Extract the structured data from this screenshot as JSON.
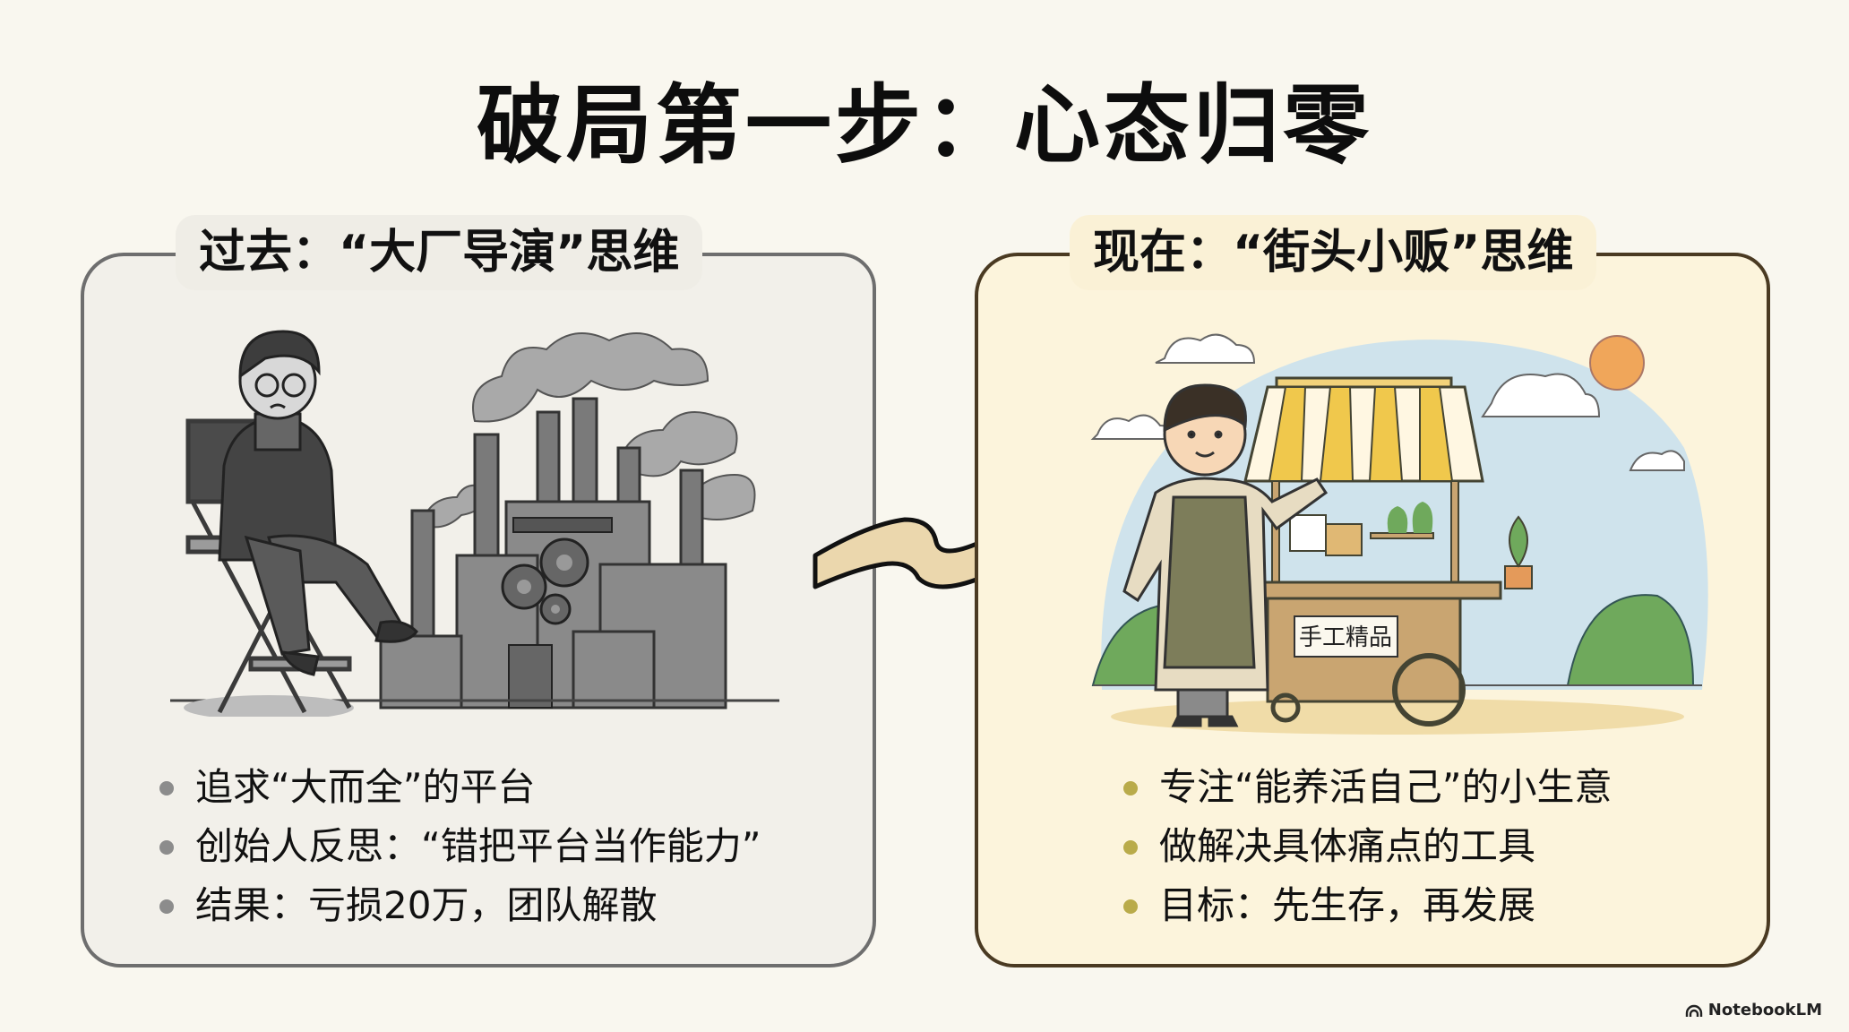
{
  "title": "破局第一步：心态归零",
  "left_panel": {
    "header": "过去：“大厂导演”思维",
    "illustration": "director-in-chair-factory",
    "bullets": [
      "追求“大而全”的平台",
      "创始人反思：“错把平台当作能力”",
      "结果：亏损20万，团队解散"
    ],
    "colors": {
      "border": "#6e6e6e",
      "background": "#f2f0ea",
      "bullet": "#8c8c8c"
    }
  },
  "right_panel": {
    "header": "现在：“街头小贩”思维",
    "illustration": "vendor-with-market-cart",
    "sign_text": "手工精品",
    "bullets": [
      "专注“能养活自己”的小生意",
      "做解决具体痛点的工具",
      "目标：先生存，再发展"
    ],
    "colors": {
      "border": "#4a3a22",
      "background": "#fcf4dc",
      "bullet": "#b9ab4a"
    }
  },
  "transition_arrow": {
    "icon": "wavy-arrow-right",
    "fill": "#ebd7ad"
  },
  "brand": {
    "label": "NotebookLM",
    "icon": "notebooklm-logo"
  }
}
